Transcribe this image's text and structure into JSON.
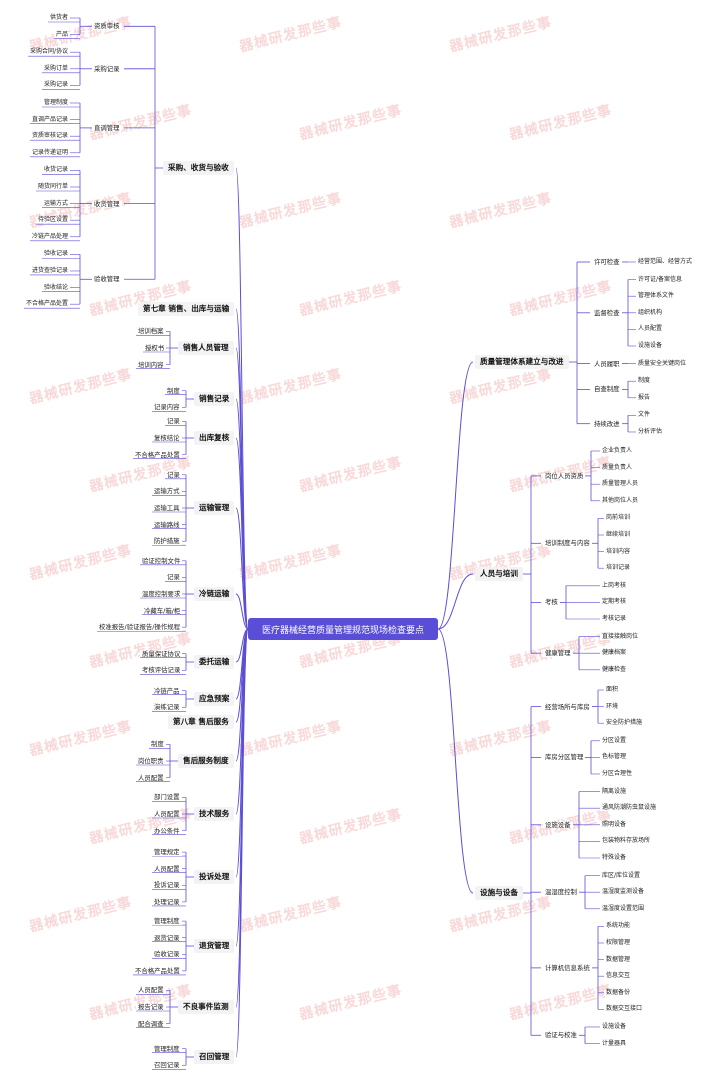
{
  "watermark": "器械研发那些事",
  "root": "医疗器械经营质量管理规范现场检查要点",
  "colors": {
    "branch": "#5b4ed6",
    "root_bg": "#5b4ed6",
    "watermark": "#f1a9a9"
  },
  "left": [
    {
      "label": "采购、收货与验收",
      "children": [
        {
          "label": "资质审核",
          "children": [
            {
              "label": "供货者"
            },
            {
              "label": "产品"
            }
          ]
        },
        {
          "label": "采购记录",
          "children": [
            {
              "label": "采购合同/协议"
            },
            {
              "label": "采购订单"
            },
            {
              "label": "采购记录"
            }
          ]
        },
        {
          "label": "直调管理",
          "children": [
            {
              "label": "管理制度"
            },
            {
              "label": "直调产品记录"
            },
            {
              "label": "资质审核记录"
            },
            {
              "label": "记录传递证明"
            }
          ]
        },
        {
          "label": "收货管理",
          "children": [
            {
              "label": "收货记录"
            },
            {
              "label": "随货同行单"
            },
            {
              "label": "运输方式"
            },
            {
              "label": "待验区设置"
            },
            {
              "label": "冷链产品处理"
            }
          ]
        },
        {
          "label": "验收管理",
          "children": [
            {
              "label": "验收记录"
            },
            {
              "label": "进货查验记录"
            },
            {
              "label": "验收结论"
            },
            {
              "label": "不合格产品处置"
            }
          ]
        }
      ]
    },
    {
      "label": "第七章 销售、出库与运输",
      "children": []
    },
    {
      "label": "销售人员管理",
      "children": [
        {
          "label": "培训档案"
        },
        {
          "label": "授权书"
        },
        {
          "label": "培训内容"
        }
      ]
    },
    {
      "label": "销售记录",
      "children": [
        {
          "label": "制度"
        },
        {
          "label": "记录内容"
        }
      ]
    },
    {
      "label": "出库复核",
      "children": [
        {
          "label": "记录"
        },
        {
          "label": "复核结论"
        },
        {
          "label": "不合格产品处置"
        }
      ]
    },
    {
      "label": "运输管理",
      "children": [
        {
          "label": "记录"
        },
        {
          "label": "运输方式"
        },
        {
          "label": "运输工具"
        },
        {
          "label": "运输路线"
        },
        {
          "label": "防护措施"
        }
      ]
    },
    {
      "label": "冷链运输",
      "children": [
        {
          "label": "验证控制文件"
        },
        {
          "label": "记录"
        },
        {
          "label": "温度控制要求"
        },
        {
          "label": "冷藏车/箱/柜"
        },
        {
          "label": "校准报告/验证报告/操作规程"
        }
      ]
    },
    {
      "label": "委托运输",
      "children": [
        {
          "label": "质量保证协议"
        },
        {
          "label": "考核评估记录"
        }
      ]
    },
    {
      "label": "应急预案",
      "children": [
        {
          "label": "冷链产品"
        },
        {
          "label": "演练记录"
        }
      ]
    },
    {
      "label": "第八章 售后服务",
      "children": []
    },
    {
      "label": "售后服务制度",
      "children": [
        {
          "label": "制度"
        },
        {
          "label": "岗位职责"
        },
        {
          "label": "人员配置"
        }
      ]
    },
    {
      "label": "技术服务",
      "children": [
        {
          "label": "部门设置"
        },
        {
          "label": "人员配置"
        },
        {
          "label": "办公条件"
        }
      ]
    },
    {
      "label": "投诉处理",
      "children": [
        {
          "label": "管理规定"
        },
        {
          "label": "人员配置"
        },
        {
          "label": "投诉记录"
        },
        {
          "label": "处理记录"
        }
      ]
    },
    {
      "label": "退货管理",
      "children": [
        {
          "label": "管理制度"
        },
        {
          "label": "退货记录"
        },
        {
          "label": "验收记录"
        },
        {
          "label": "不合格产品处置"
        }
      ]
    },
    {
      "label": "不良事件监测",
      "children": [
        {
          "label": "人员配置"
        },
        {
          "label": "报告记录"
        },
        {
          "label": "配合调查"
        }
      ]
    },
    {
      "label": "召回管理",
      "children": [
        {
          "label": "管理制度"
        },
        {
          "label": "召回记录"
        }
      ]
    }
  ],
  "right": [
    {
      "label": "质量管理体系建立与改进",
      "children": [
        {
          "label": "许可检查",
          "children": [
            {
              "label": "经营范围、经营方式"
            }
          ]
        },
        {
          "label": "监督检查",
          "children": [
            {
              "label": "许可证/备案信息"
            },
            {
              "label": "管理体系文件"
            },
            {
              "label": "组织机构"
            },
            {
              "label": "人员配置"
            },
            {
              "label": "设施设备"
            }
          ]
        },
        {
          "label": "人员履职",
          "children": [
            {
              "label": "质量安全关键岗位"
            }
          ]
        },
        {
          "label": "自查制度",
          "children": [
            {
              "label": "制度"
            },
            {
              "label": "报告"
            }
          ]
        },
        {
          "label": "持续改进",
          "children": [
            {
              "label": "文件"
            },
            {
              "label": "分析评估"
            }
          ]
        }
      ]
    },
    {
      "label": "人员与培训",
      "children": [
        {
          "label": "岗位人员资质",
          "children": [
            {
              "label": "企业负责人"
            },
            {
              "label": "质量负责人"
            },
            {
              "label": "质量管理人员"
            },
            {
              "label": "其他岗位人员"
            }
          ]
        },
        {
          "label": "培训制度与内容",
          "children": [
            {
              "label": "岗前培训"
            },
            {
              "label": "继续培训"
            },
            {
              "label": "培训内容"
            },
            {
              "label": "培训记录"
            }
          ]
        },
        {
          "label": "考核",
          "children": [
            {
              "label": "上岗考核"
            },
            {
              "label": "定期考核"
            },
            {
              "label": "考核记录"
            }
          ]
        },
        {
          "label": "健康管理",
          "children": [
            {
              "label": "直接接触岗位"
            },
            {
              "label": "健康档案"
            },
            {
              "label": "健康检查"
            }
          ]
        }
      ]
    },
    {
      "label": "设施与设备",
      "children": [
        {
          "label": "经营场所与库房",
          "children": [
            {
              "label": "面积"
            },
            {
              "label": "环境"
            },
            {
              "label": "安全防护措施"
            }
          ]
        },
        {
          "label": "库房分区管理",
          "children": [
            {
              "label": "分区设置"
            },
            {
              "label": "色标管理"
            },
            {
              "label": "分区合理性"
            }
          ]
        },
        {
          "label": "设施设备",
          "children": [
            {
              "label": "隔离设施"
            },
            {
              "label": "通风防潮防虫鼠设施"
            },
            {
              "label": "照明设备"
            },
            {
              "label": "包装物料存放场所"
            },
            {
              "label": "特殊设备"
            }
          ]
        },
        {
          "label": "温湿度控制",
          "children": [
            {
              "label": "库区/库位设置"
            },
            {
              "label": "温湿度监测设备"
            },
            {
              "label": "温湿度设置范围"
            }
          ]
        },
        {
          "label": "计算机信息系统",
          "children": [
            {
              "label": "系统功能"
            },
            {
              "label": "权限管理"
            },
            {
              "label": "数据管理"
            },
            {
              "label": "信息交互"
            },
            {
              "label": "数据备份"
            },
            {
              "label": "数据交互接口"
            }
          ]
        },
        {
          "label": "验证与校准",
          "children": [
            {
              "label": "设施设备"
            },
            {
              "label": "计量器具"
            }
          ]
        }
      ]
    }
  ]
}
